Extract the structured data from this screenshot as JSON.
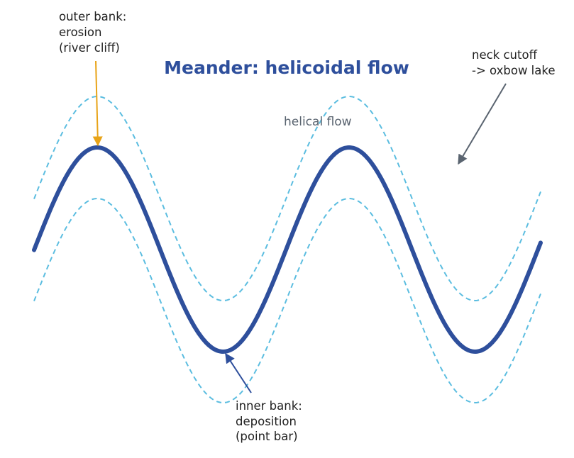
{
  "title": "Meander: helicoidal flow",
  "labels": {
    "outer_bank": [
      "outer bank:",
      "erosion",
      "(river cliff)"
    ],
    "inner_bank": [
      "inner bank:",
      "deposition",
      "(point bar)"
    ],
    "neck_cutoff": [
      "neck cutoff",
      "-> oxbow lake"
    ],
    "helical_flow": "helical flow"
  },
  "colors": {
    "title": "#2e4f9c",
    "channel": "#2e4f9c",
    "banks": "#5bbde0",
    "outer_arrow": "#e8a317",
    "inner_arrow": "#2e4f9c",
    "cutoff_arrow": "#5a6470",
    "text": "#222222",
    "flow_text": "#5a6470"
  }
}
